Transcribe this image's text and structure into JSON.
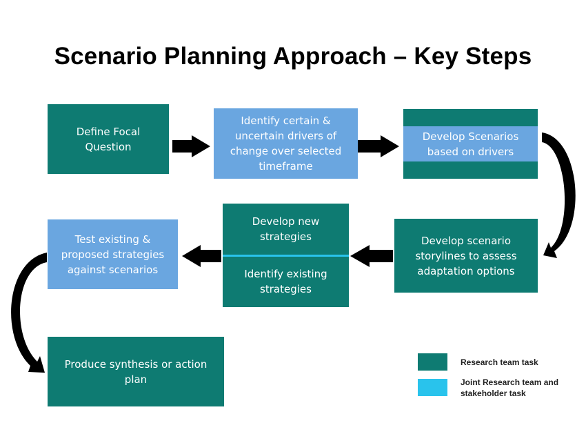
{
  "title": "Scenario Planning Approach – Key Steps",
  "steps": [
    {
      "text": "Define Focal Question",
      "kind": "research"
    },
    {
      "text": "Identify certain & uncertain drivers of change over selected timeframe",
      "kind": "joint"
    },
    {
      "text": "Develop Scenarios based on drivers",
      "kind": "joint"
    },
    {
      "text": "Develop  scenario storylines to assess adaptation options",
      "kind": "research"
    },
    {
      "text": "Develop new strategies",
      "kind": "research"
    },
    {
      "text": "Identify existing strategies",
      "kind": "research"
    },
    {
      "text": "Test existing  & proposed strategies against scenarios",
      "kind": "joint"
    },
    {
      "text": "Produce synthesis or action plan",
      "kind": "research"
    }
  ],
  "legend": [
    {
      "label": "Research team task",
      "color": "#0e7b72"
    },
    {
      "label": "Joint Research team and stakeholder task",
      "color": "#29c3ec"
    }
  ],
  "colors": {
    "research": "#0e7b72",
    "joint": "#6aa6e0",
    "joint_legend": "#29c3ec",
    "arrow": "#000000"
  }
}
